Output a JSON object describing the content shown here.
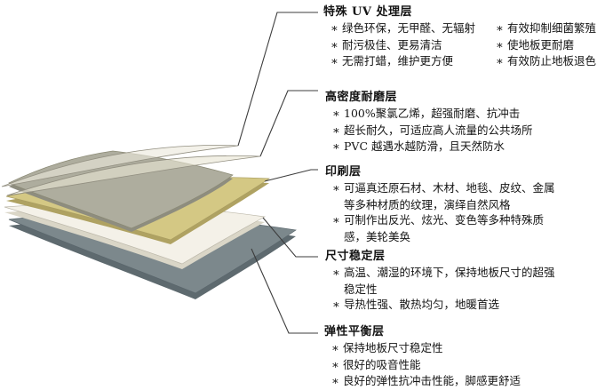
{
  "ui": {
    "bullet_char": "∗"
  },
  "diagram": {
    "leader_color": "#3C3C3C",
    "layers": [
      {
        "name": "特殊UV处理层",
        "color": "#ECE9DB",
        "edge": "#928F81"
      },
      {
        "name": "高密度耐磨层",
        "color": "#E9E5D4",
        "edge": "#928F81"
      },
      {
        "name": "印刷层纹理面",
        "color": "#AEAD9E",
        "edge": "#8E8D7F"
      },
      {
        "name": "印刷层",
        "color": "#D4C884",
        "edge": "#AFA262"
      },
      {
        "name": "尺寸稳定层",
        "color": "#F4F1E8",
        "edge": "#DAD6C7"
      },
      {
        "name": "弹性平衡层",
        "color": "#7C888C",
        "edge": "#5E6A6F"
      }
    ]
  },
  "sections": [
    {
      "title": "特殊 UV 处理层",
      "col1": [
        "绿色环保，无甲醛、无辐射",
        "耐污极佳、更易清洁",
        "无需打蜡，维护更方便"
      ],
      "col2": [
        "有效抑制细菌繁殖",
        "使地板更耐磨",
        "有效防止地板退色"
      ]
    },
    {
      "title": "高密度耐磨层",
      "bullets": [
        "100%聚氯乙烯，超强耐磨、抗冲击",
        "超长耐久，可适应高人流量的公共场所",
        "PVC 越遇水越防滑，且天然防水"
      ]
    },
    {
      "title": "印刷层",
      "lines": [
        {
          "star": true,
          "text": "可逼真还原石材、木材、地毯、皮纹、金属"
        },
        {
          "star": false,
          "text": "等多种材质的纹理，演绎自然风格"
        },
        {
          "star": true,
          "text": "可制作出反光、炫光、变色等多种特殊质"
        },
        {
          "star": false,
          "text": "感，美轮美奂"
        }
      ]
    },
    {
      "title": "尺寸稳定层",
      "lines": [
        {
          "star": true,
          "text": "高温、潮湿的环境下，保持地板尺寸的超强"
        },
        {
          "star": false,
          "text": "稳定性"
        },
        {
          "star": true,
          "text": "导热性强、散热均匀，地暖首选"
        }
      ]
    },
    {
      "title": "弹性平衡层",
      "bullets": [
        "保持地板尺寸稳定性",
        "很好的吸音性能",
        "良好的弹性抗冲击性能，脚感更舒适"
      ]
    }
  ]
}
